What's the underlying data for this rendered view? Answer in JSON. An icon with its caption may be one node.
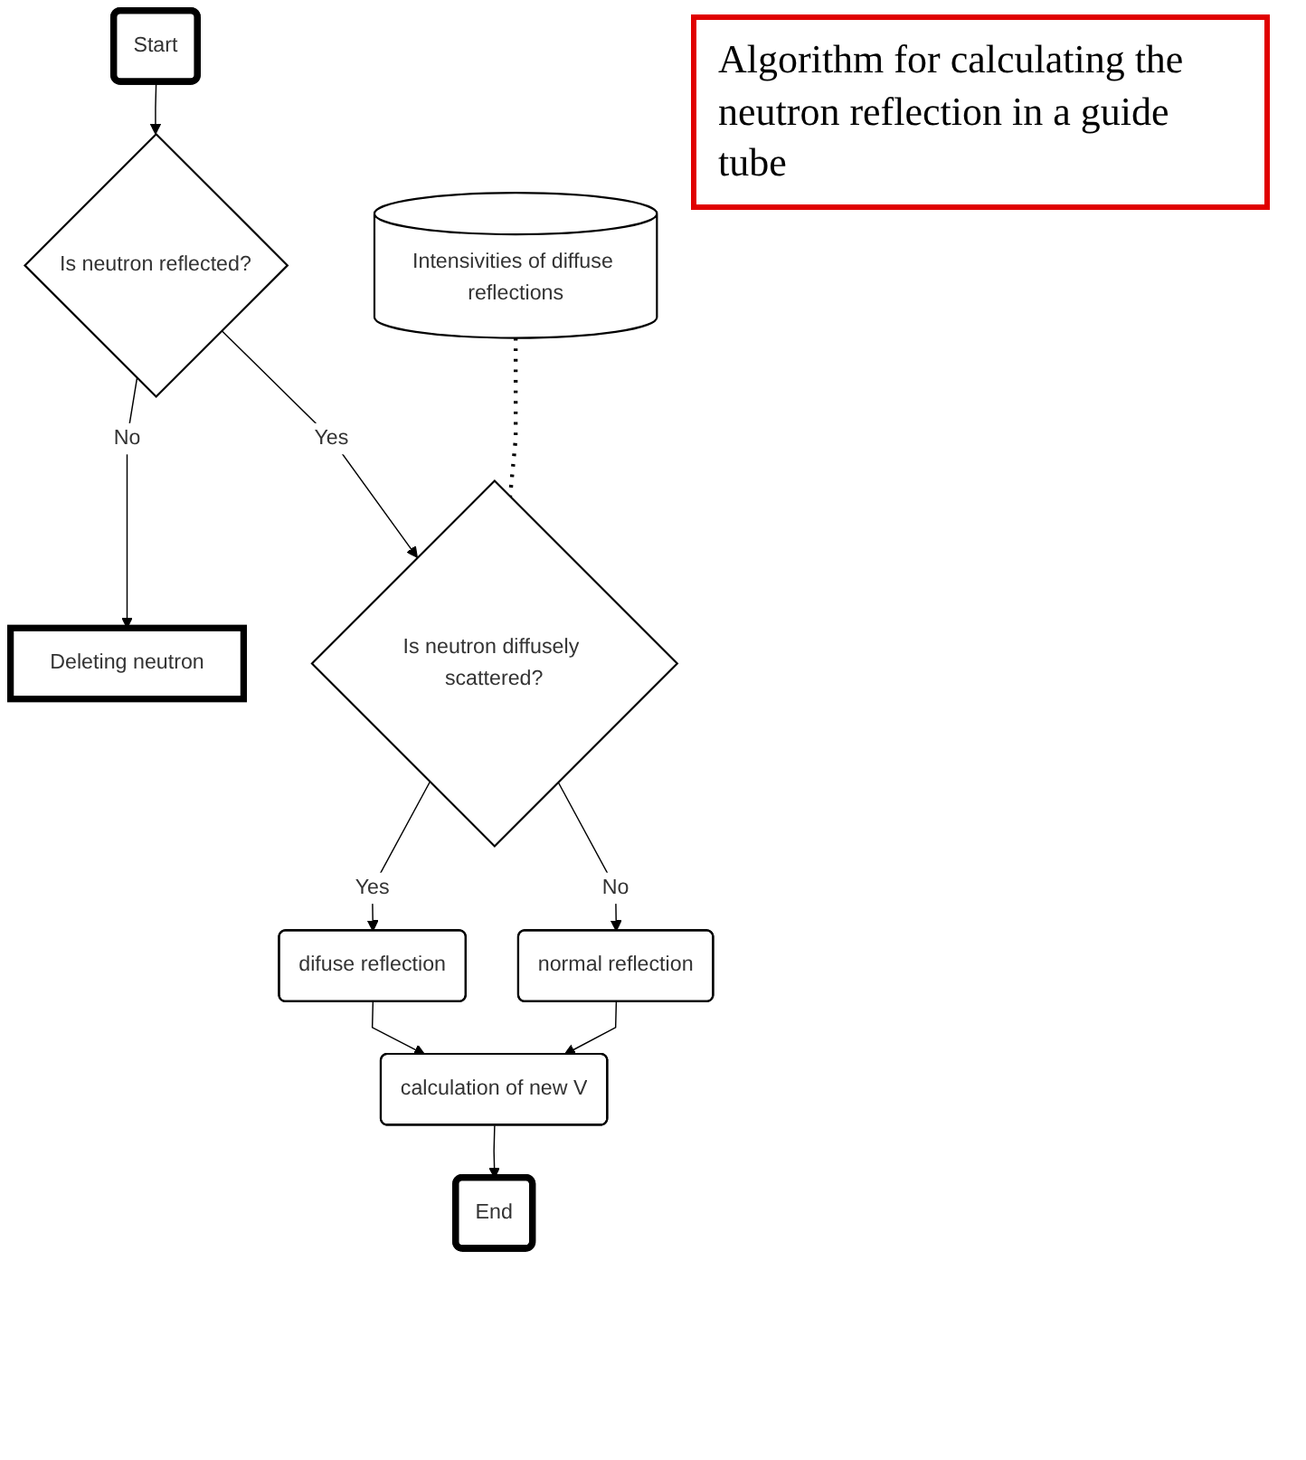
{
  "diagram": {
    "title": "Algorithm for calculating the neutron reflection in a guide tube",
    "nodes": [
      {
        "text": [
          "Start"
        ]
      },
      {
        "text": [
          "Is neutron reflected?"
        ]
      },
      {
        "text": [
          "Deleting neutron"
        ]
      },
      {
        "text": [
          "Intensivities of diffuse reflections"
        ]
      },
      {
        "text": [
          "Is neutron diffusely scattered?"
        ]
      },
      {
        "text": [
          "difuse reflection"
        ]
      },
      {
        "text": [
          "normal reflection"
        ]
      },
      {
        "text": [
          "calculation of new V"
        ]
      },
      {
        "text": [
          "End"
        ]
      }
    ],
    "edges": [
      {
        "from": 0,
        "to": 1,
        "arrow": "to"
      },
      {
        "from": 1,
        "to": 2,
        "arrow": "to",
        "label": "No"
      },
      {
        "from": 1,
        "to": 4,
        "arrow": "to",
        "label": "Yes"
      },
      {
        "from": 3,
        "to": 4,
        "arrow": "none",
        "style": "dashed"
      },
      {
        "from": 4,
        "to": 5,
        "arrow": "to",
        "label": "Yes"
      },
      {
        "from": 4,
        "to": 6,
        "arrow": "to",
        "label": "No"
      },
      {
        "from": 5,
        "to": 7,
        "arrow": "to"
      },
      {
        "from": 6,
        "to": 7,
        "arrow": "to"
      },
      {
        "from": 7,
        "to": 8,
        "arrow": "to"
      }
    ]
  }
}
